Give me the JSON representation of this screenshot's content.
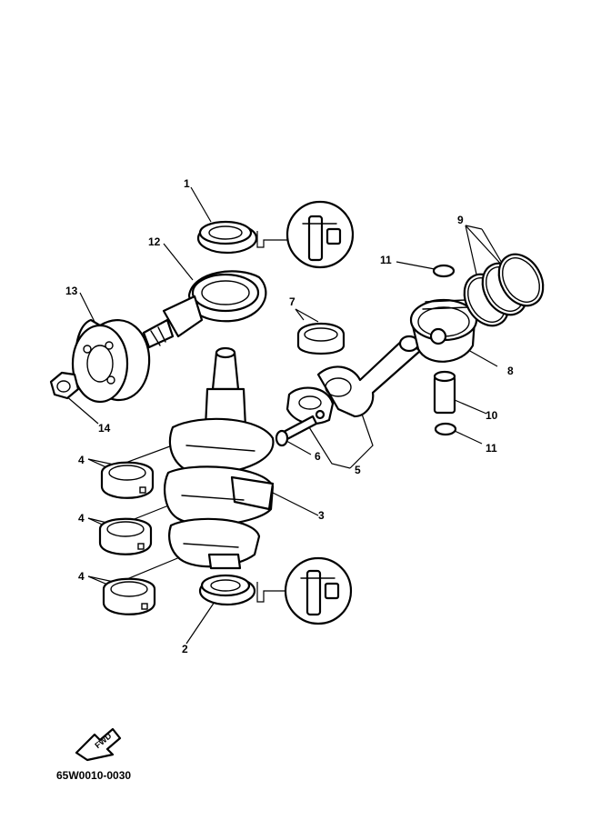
{
  "diagram": {
    "callouts": {
      "c1": "1",
      "c2": "2",
      "c3": "3",
      "c4a": "4",
      "c4b": "4",
      "c4c": "4",
      "c5": "5",
      "c6": "6",
      "c7": "7",
      "c8": "8",
      "c9": "9",
      "c10": "10",
      "c11a": "11",
      "c11b": "11",
      "c12": "12",
      "c13": "13",
      "c14": "14"
    },
    "fwd_label": "FWD",
    "drawing_code": "65W0010-0030"
  },
  "colors": {
    "line": "#000000",
    "background": "#ffffff"
  }
}
